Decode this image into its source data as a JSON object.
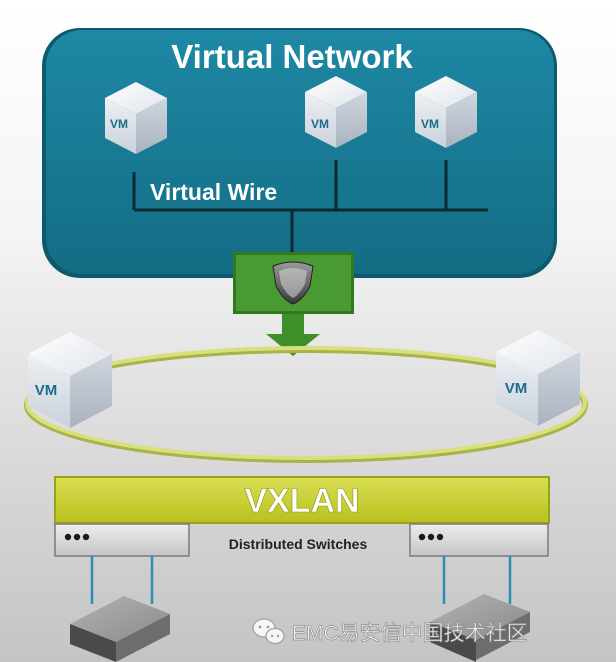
{
  "virtual_network": {
    "title": "Virtual Network",
    "wire_label": "Virtual Wire",
    "vm_labels": [
      "VM",
      "VM",
      "VM"
    ]
  },
  "physical": {
    "vm_labels": [
      "VM",
      "VM"
    ]
  },
  "vxlan": {
    "label": "VXLAN"
  },
  "switches": {
    "label": "Distributed Switches"
  },
  "watermark": {
    "text": "EMC易安信中国技术社区"
  },
  "icons": [
    "vm-cube-icon",
    "shield-icon",
    "down-arrow-icon",
    "server-icon",
    "wechat-icon"
  ],
  "colors": {
    "virtual_network_bg": "#1a7a94",
    "gateway_green": "#3d8c2a",
    "vxlan_yellow": "#cdd336",
    "ring": "#c9d36a",
    "switch_bar": "#d8d8d8"
  }
}
